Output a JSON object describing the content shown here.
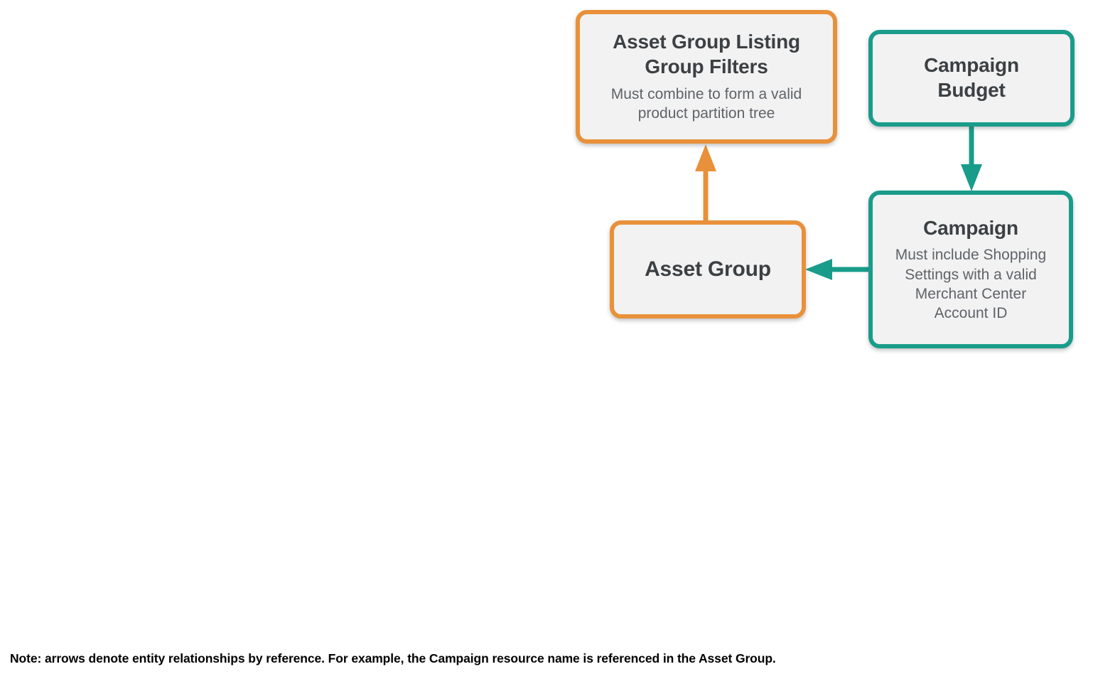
{
  "colors": {
    "orange": "#E8913A",
    "teal": "#1A9C8B",
    "box_fill": "#F2F2F2",
    "title_text": "#3C4043",
    "subtitle_text": "#5F6368",
    "note_text": "#000000"
  },
  "nodes": {
    "asset_group_listing_group_filters": {
      "title": "Asset Group Listing Group Filters",
      "subtitle": "Must combine to form a valid product partition tree",
      "border_color_name": "orange"
    },
    "campaign_budget": {
      "title": "Campaign Budget",
      "border_color_name": "teal"
    },
    "campaign": {
      "title": "Campaign",
      "subtitle": "Must include Shopping Settings with a valid Merchant Center Account ID",
      "border_color_name": "teal"
    },
    "asset_group": {
      "title": "Asset Group",
      "border_color_name": "orange"
    }
  },
  "edges": [
    {
      "from": "asset_group",
      "to": "asset_group_listing_group_filters",
      "color_name": "orange",
      "direction": "up"
    },
    {
      "from": "campaign_budget",
      "to": "campaign",
      "color_name": "teal",
      "direction": "down"
    },
    {
      "from": "campaign",
      "to": "asset_group",
      "color_name": "teal",
      "direction": "left"
    }
  ],
  "note": {
    "text": "Note: arrows denote entity relationships by reference. For example, the Campaign resource name is referenced in the Asset Group."
  }
}
